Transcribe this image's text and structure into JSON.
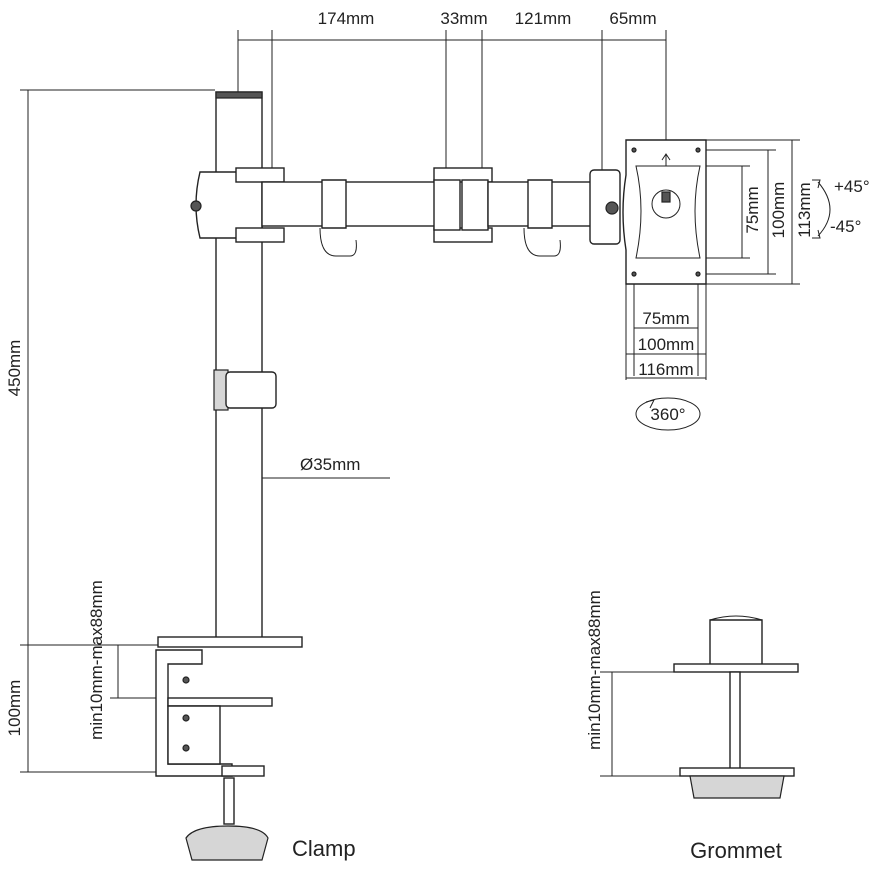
{
  "labels": {
    "arm_174": "174mm",
    "arm_33": "33mm",
    "arm_121": "121mm",
    "arm_65": "65mm",
    "height_450": "450mm",
    "pole_diameter": "Ø35mm",
    "vesa_75_h": "75mm",
    "vesa_100_h": "100mm",
    "plate_113": "113mm",
    "vesa_75_w": "75mm",
    "vesa_100_w": "100mm",
    "plate_116": "116mm",
    "tilt_up": "+45°",
    "tilt_down": "-45°",
    "rotation": "360°",
    "clamp_range": "min10mm-max88mm",
    "clamp_100": "100mm",
    "grommet_range": "min10mm-max88mm"
  },
  "captions": {
    "clamp": "Clamp",
    "grommet": "Grommet"
  }
}
